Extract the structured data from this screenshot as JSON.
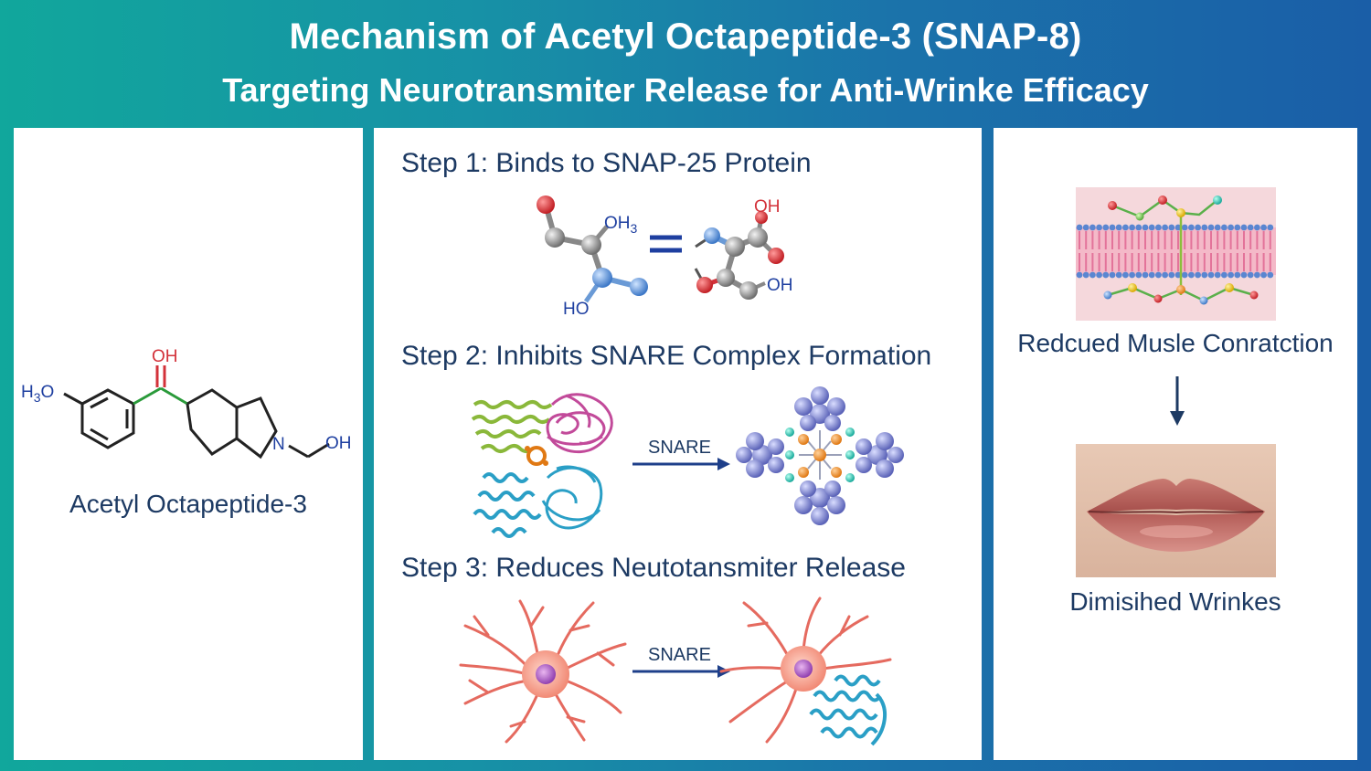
{
  "header": {
    "title": "Mechanism of Acetyl Octapeptide-3 (SNAP-8)",
    "subtitle": "Targeting Neurotransmiter Release for Anti-Wrinke Efficacy"
  },
  "left_panel": {
    "compound_name": "Acetyl Octapeptide-3",
    "labels": {
      "oh_top": "OH",
      "h3o": "H3O",
      "n": "N",
      "oh_right": "OH"
    }
  },
  "steps": [
    {
      "title": "Step 1: Binds to SNAP-25 Protein",
      "labels": {
        "oh3": "OH3",
        "ho": "HO",
        "oh_a": "OH",
        "oh_b": "OH"
      }
    },
    {
      "title": "Step 2: Inhibits SNARE Complex Formation",
      "arrow_label": "SNARE"
    },
    {
      "title": "Step 3: Reduces Neutotansmiter Release",
      "arrow_label": "SNARE"
    }
  ],
  "right_panel": {
    "top_caption": "Redcued Musle Conratction",
    "bottom_caption": "Dimisihed Wrinkes"
  },
  "colors": {
    "navy_text": "#1d3a63",
    "oxygen_red": "#d3323a",
    "nitrogen_blue": "#1e3fa0",
    "bond_green": "#2a9a3a",
    "helix_blue": "#2a9fc6",
    "helix_green": "#8ab83a",
    "coil_pink": "#c24a9a",
    "sphere_blue": "#7f88d6",
    "neuron_red": "#e56a5f"
  }
}
